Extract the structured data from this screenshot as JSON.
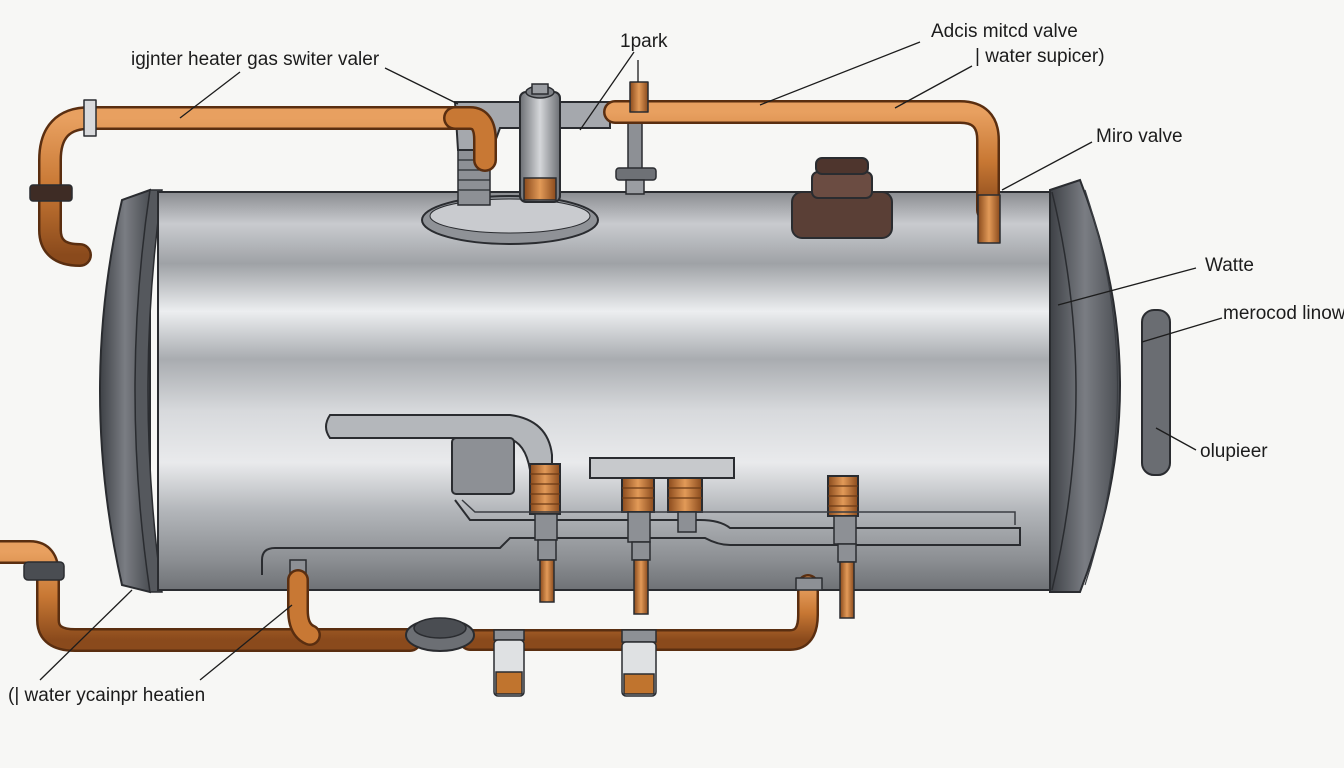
{
  "labels": {
    "igniter": "igjnter heater gas switer valer",
    "spark": "1park",
    "mixed_valve": "Adcis mitcd valve",
    "water_supply": "| water supicer)",
    "micro_valve": "Miro valve",
    "water": "Watte",
    "merocod": "merocod linow",
    "outlet": "olupieer",
    "tank_heater": "(| water ycainpr heatien"
  },
  "colors": {
    "background": "#f7f7f5",
    "copper": "#c87834",
    "steel": "#b9bcc0",
    "end_cap": "#5e6167",
    "text": "#1c1c1c"
  }
}
